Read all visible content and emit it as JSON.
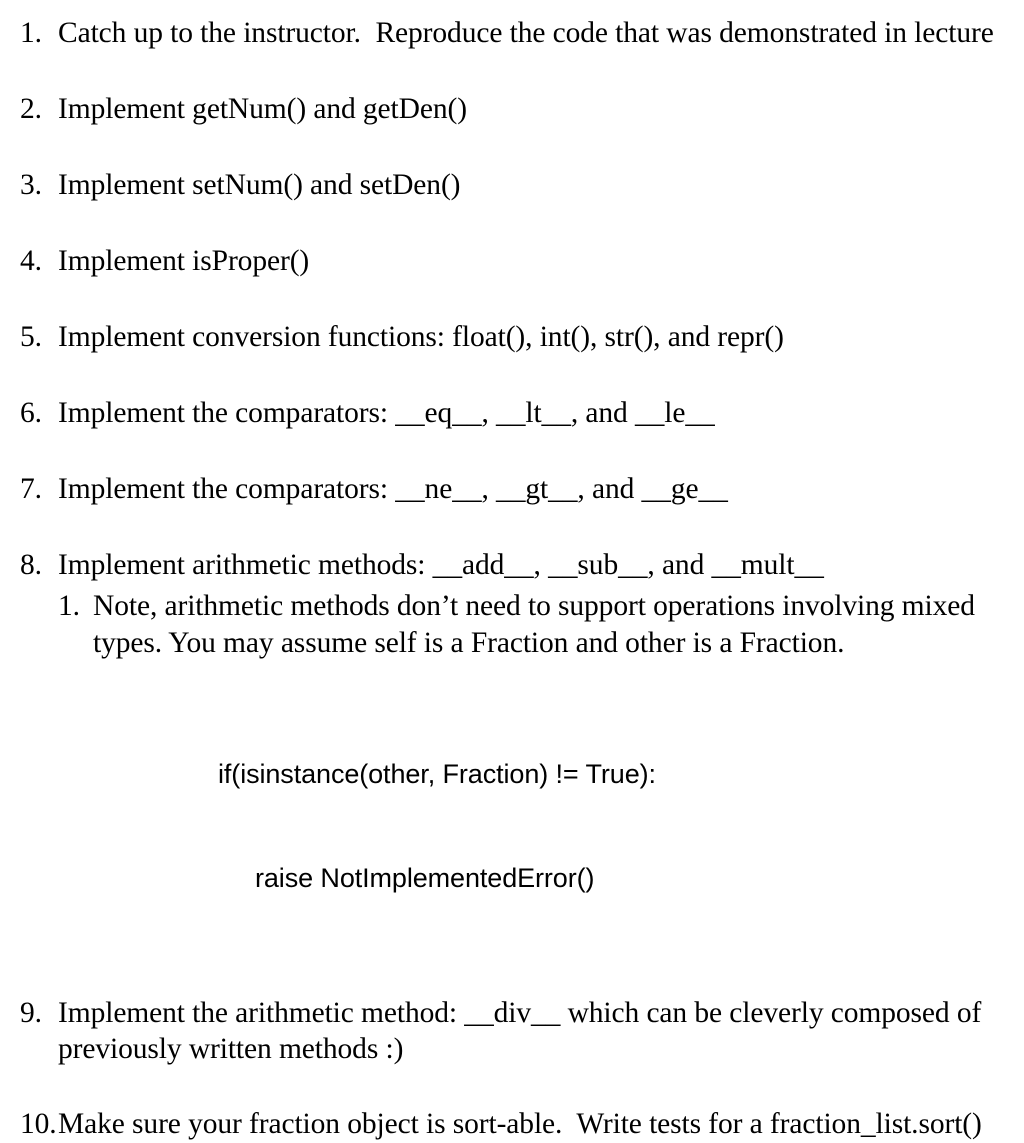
{
  "document": {
    "type": "assignment-task-list",
    "background_color": "#ffffff",
    "text_color": "#000000",
    "items": [
      {
        "number": "1.",
        "text": "Catch up to the instructor.  Reproduce the code that was demonstrated in lecture"
      },
      {
        "number": "2.",
        "text": "Implement getNum() and getDen()"
      },
      {
        "number": "3.",
        "text": "Implement setNum() and setDen()"
      },
      {
        "number": "4.",
        "text": "Implement isProper()"
      },
      {
        "number": "5.",
        "text": "Implement conversion functions: float(), int(), str(), and repr()"
      },
      {
        "number": "6.",
        "text": "Implement the comparators: __eq__, __lt__, and __le__"
      },
      {
        "number": "7.",
        "text": "Implement the comparators: __ne__, __gt__, and __ge__"
      },
      {
        "number": "8.",
        "text": "Implement arithmetic methods: __add__, __sub__, and __mult__",
        "sub_items": [
          {
            "number": "1.",
            "text": "Note, arithmetic methods don’t need to support operations involving mixed types.  You may assume self is a Fraction and other is a Fraction."
          }
        ],
        "code_block": {
          "line_1": "if(isinstance(other, Fraction) != True):",
          "line_2": "raise NotImplementedError()"
        }
      },
      {
        "number": "9.",
        "text": "Implement the arithmetic method: __div__ which can be cleverly composed of previously written methods :)"
      },
      {
        "number": "10.",
        "text": "Make sure your fraction object is sort-able.  Write tests for a fraction_list.sort()"
      }
    ]
  }
}
